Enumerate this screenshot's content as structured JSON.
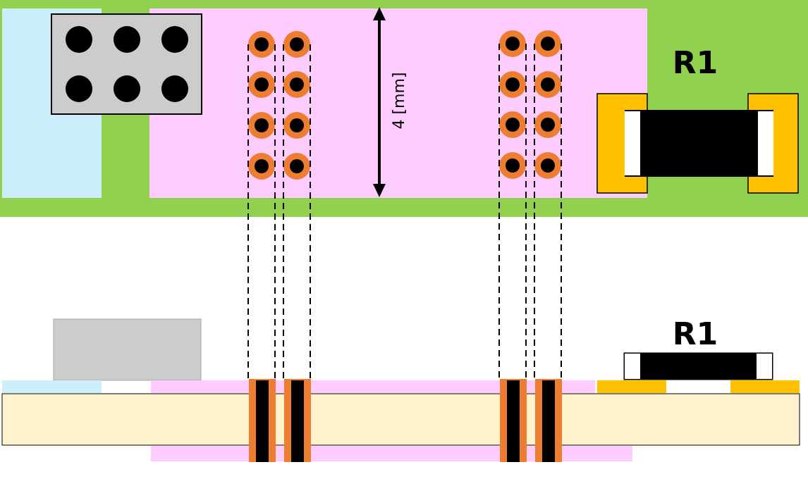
{
  "top_view": {
    "component_label": "R1",
    "dimension_label": "4 [mm]"
  },
  "side_view": {
    "component_label": "R1"
  },
  "colors": {
    "board": "#92d050",
    "light_blue_zone": "#cdeefb",
    "pink_zone": "#ffccff",
    "via_ring": "#ed7d31",
    "via_hole": "#000000",
    "pad": "#ffc000",
    "resistor_body": "#000000",
    "connector_body": "#cccccc",
    "substrate": "#fff2cc"
  }
}
